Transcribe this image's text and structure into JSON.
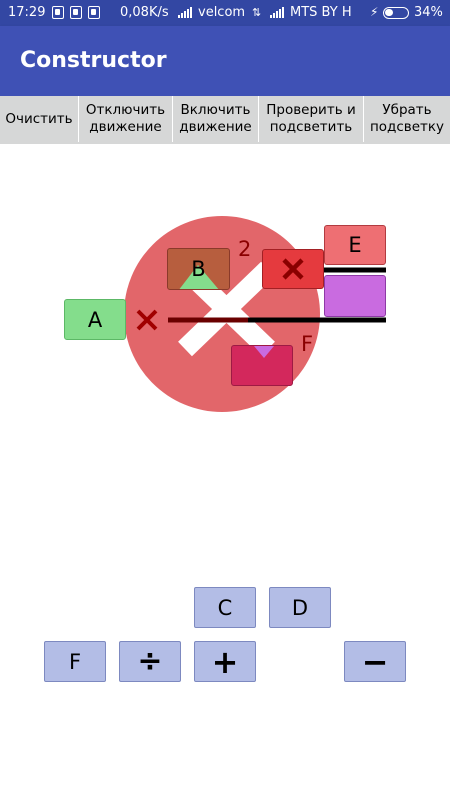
{
  "status": {
    "time": "17:29",
    "speed": "0,08K/s",
    "carrier1": "velcom",
    "carrier2": "MTS BY H",
    "battery": "34%"
  },
  "app": {
    "title": "Constructor"
  },
  "toolbar": {
    "clear": "Очистить",
    "disable_movement": "Отключить\nдвижение",
    "enable_movement": "Включить\nдвижение",
    "check_highlight": "Проверить и\nподсветить",
    "remove_highlight": "Убрать\nподсветку"
  },
  "scene": {
    "block_a": "A",
    "block_b": "B",
    "block_e": "E",
    "label_2": "2",
    "label_f": "F"
  },
  "palette": {
    "c": "C",
    "d": "D",
    "f": "F",
    "divide": "÷",
    "plus": "+",
    "minus": "−"
  },
  "colors": {
    "appbar": "#3f51b5",
    "statusbar": "#3347a3",
    "error_circle": "#e2666a",
    "green_block": "#84dd8c",
    "red_block": "#ee6f73",
    "palette_key": "#b3bde6"
  }
}
